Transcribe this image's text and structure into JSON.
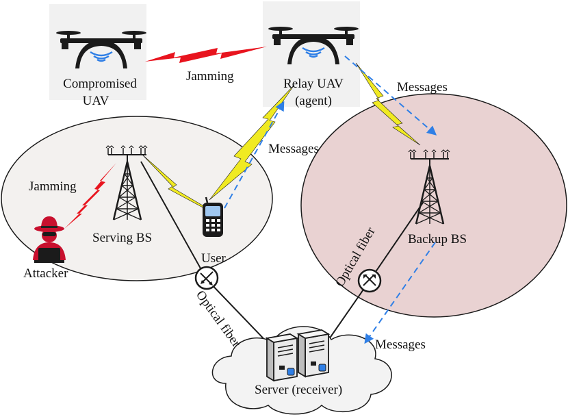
{
  "labels": {
    "compromised_uav_line1": "Compromised",
    "compromised_uav_line2": "UAV",
    "relay_uav_line1": "Relay UAV",
    "relay_uav_line2": "(agent)",
    "jamming_top": "Jamming",
    "jamming_left": "Jamming",
    "messages_top_right": "Messages",
    "messages_middle": "Messages",
    "messages_bottom": "Messages",
    "serving_bs": "Serving BS",
    "backup_bs": "Backup BS",
    "user": "User",
    "attacker": "Attacker",
    "optical_fiber_left": "Optical fiber",
    "optical_fiber_right": "Optical fiber",
    "server": "Server (receiver)"
  },
  "colors": {
    "jamming": "#e8141e",
    "signal": "#f0ea22",
    "messages": "#2f7fe6",
    "left_cell": "#f3f1ef",
    "right_cell": "#e9d2d2",
    "uav_box": "#f1f1f1"
  },
  "icons": {
    "uav": "drone-icon",
    "tower": "base-station-tower-icon",
    "phone": "mobile-phone-icon",
    "hacker": "hacker-icon",
    "server": "server-icon",
    "optical_node": "optical-node-icon"
  }
}
